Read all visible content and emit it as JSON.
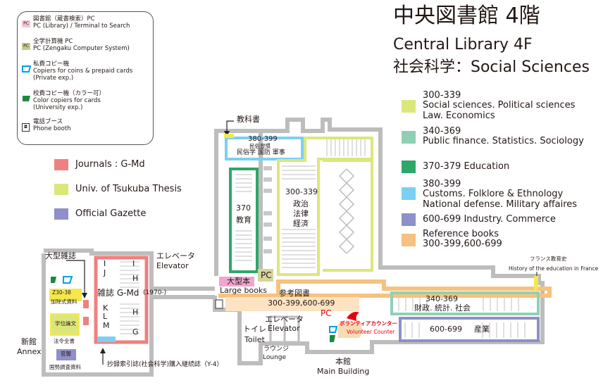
{
  "title": {
    "jp": "中央図書館 4階",
    "en": "Central Library 4F",
    "sub": "社会科学：Social Sciences"
  },
  "icon_legend": [
    {
      "icon": "pc-library-icon",
      "mark": "PC",
      "color": "#f3c6d8",
      "line1": "図書館（蔵書検索）PC",
      "line2": "PC (Library) / Terminal to Search",
      "line3": ""
    },
    {
      "icon": "pc-zengaku-icon",
      "mark": "PC",
      "color": "#c9c98a",
      "line1": "全学計算機 PC",
      "line2": "PC (Zengaku Computer System)",
      "line3": ""
    },
    {
      "icon": "private-copier-icon",
      "mark": "",
      "color": "#00a0e9",
      "line1": "私費コピー機",
      "line2": "Copiers for coins & prepaid cards",
      "line3": "(Private exp.)"
    },
    {
      "icon": "university-copier-icon",
      "mark": "",
      "color": "#1a8b3e",
      "line1": "校費コピー機（カラー可）",
      "line2": "Color copiers for cards",
      "line3": "(University exp.)"
    },
    {
      "icon": "phone-booth-icon",
      "mark": "◘",
      "color": "#ffffff",
      "line1": "電話ブース",
      "line2": "Phone booth",
      "line3": ""
    }
  ],
  "color_legend": [
    {
      "label": "Journals : G-Md",
      "color": "#f08080"
    },
    {
      "label": "Univ. of Tsukuba Thesis",
      "color": "#dce77b"
    },
    {
      "label": "Official Gazette",
      "color": "#8f8fc9"
    }
  ],
  "class_legend": [
    {
      "line1": "300-339",
      "line2": "Social sciences. Political sciences",
      "line3": "Law. Economics",
      "color": "#dce77b"
    },
    {
      "line1": "340-369",
      "line2": "Public finance. Statistics. Sociology",
      "line3": "",
      "color": "#8fd0b5"
    },
    {
      "line1": "370-379 Education",
      "line2": "",
      "line3": "",
      "color": "#2fa66a"
    },
    {
      "line1": "380-399",
      "line2": "Customs. Folklore & Ethnology",
      "line3": "National defense. Military affaires",
      "color": "#7ccff2"
    },
    {
      "line1": "600-699 Industry. Commerce",
      "line2": "",
      "line3": "",
      "color": "#8f8fc9"
    },
    {
      "line1": "Reference books",
      "line2": "300-399,600-699",
      "line3": "",
      "color": "#f6c27f"
    }
  ],
  "map": {
    "kyokasho": "教科書",
    "z380_code": "380-399",
    "z380_jp": "民俗習慣",
    "z380_jp2": "民俗学 国防 軍事",
    "z370_code": "370",
    "z370_jp": "教育",
    "z300_code": "300-339",
    "z300_jp1": "政治",
    "z300_jp2": "法律",
    "z300_jp3": "経済",
    "pc": "PC",
    "large_jp": "大型本",
    "large_en": "Large books",
    "ref_jp": "参考図書",
    "ref_code": "300-399,600-699",
    "z340_code": "340-369",
    "z340_jp": "財政. 統計. 社会",
    "z600_code": "600-699",
    "z600_jp": "産業",
    "france_jp": "フランス教育史",
    "france_en": "History of the education in France",
    "volunteer_jp": "ボランティアカウンター",
    "volunteer_en": "Volunteer Counter",
    "elev_main_jp": "エレベータ",
    "elev_main_en": "Elevator",
    "toilet_jp": "トイレ",
    "toilet_en": "Toilet",
    "lounge_jp": "ラウンジ",
    "lounge_en": "Lounge",
    "main_jp": "本館",
    "main_en": "Main Building",
    "elev_annex_jp": "エレベータ",
    "elev_annex_en": "Elevator",
    "large_mag": "大型雑誌",
    "journals_label": "雑誌 G-Md",
    "journals_year": "(1970-)",
    "shelf_i": "I",
    "shelf_j": "J",
    "shelf_k": "K",
    "shelf_h1": "H",
    "shelf_l": "L",
    "shelf_m": "M",
    "shelf_h2": "H",
    "shelf_g": "G",
    "z30": "Z30-38",
    "z30_jp": "加除式資料",
    "thesis": "学位論文",
    "law_all": "法令全書",
    "gazette": "官報",
    "kokkai": "国勢調査資料",
    "annex_jp": "新館",
    "annex_en": "Annex",
    "index_note": "抄録索引誌(社会科学)購入継続誌（Y-4）"
  }
}
